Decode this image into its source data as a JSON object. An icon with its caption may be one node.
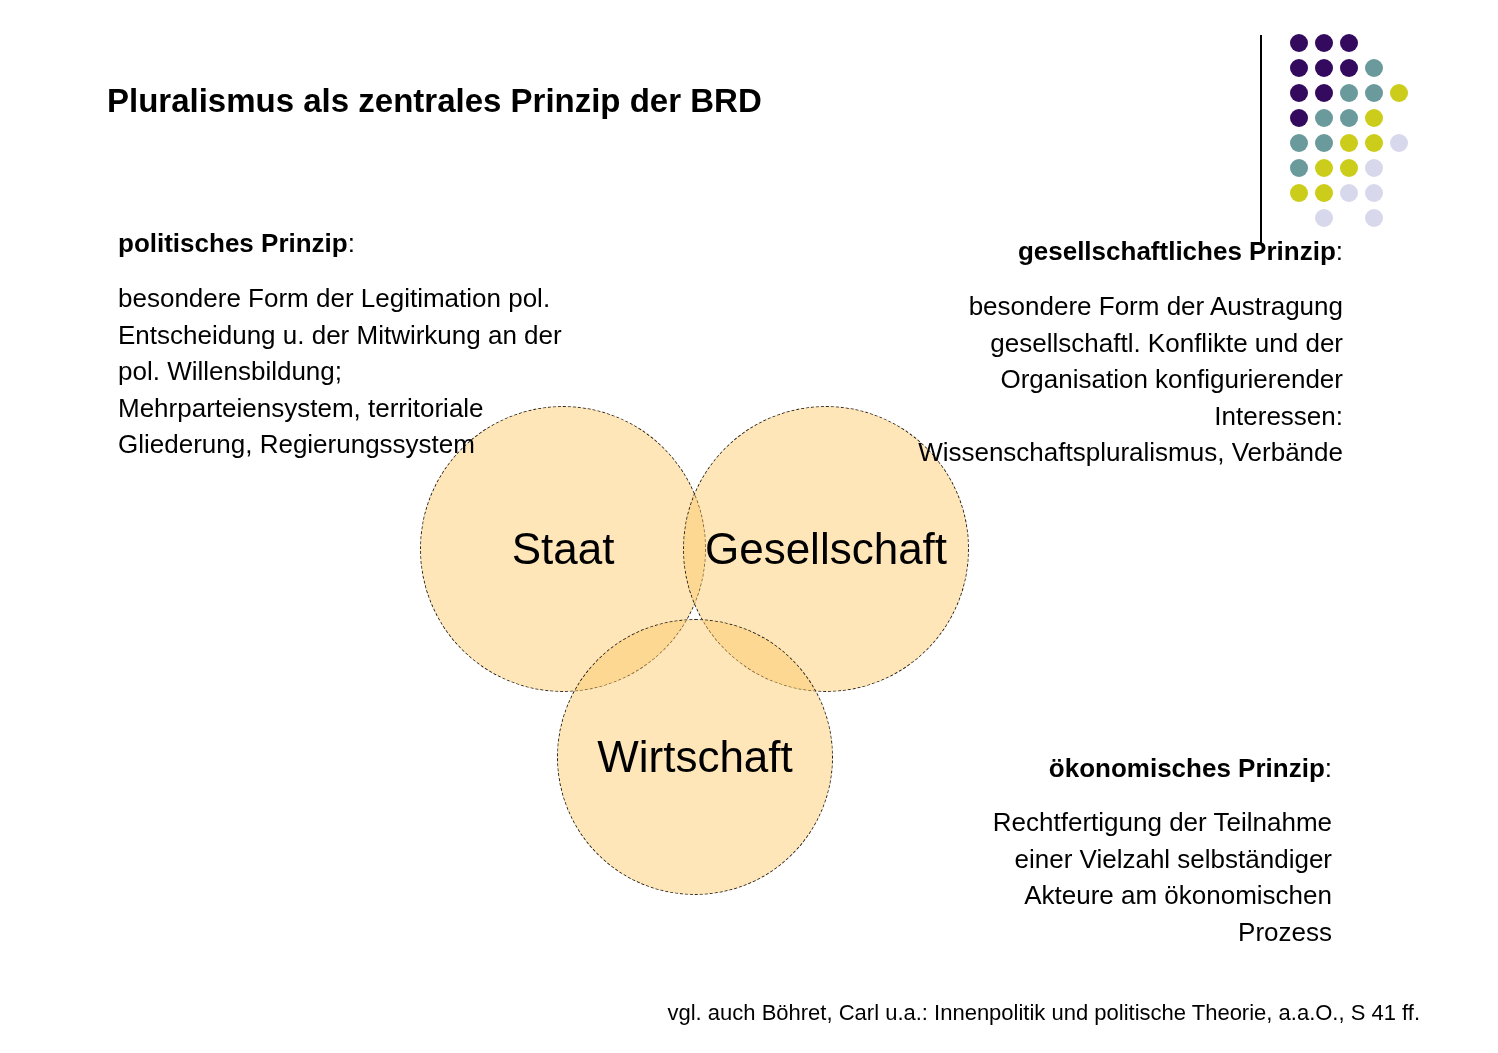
{
  "diagram": {
    "title": "Pluralismus als zentrales Prinzip der BRD",
    "caption": "vgl. auch Böhret, Carl u.a.: Innenpolitik und politische Theorie, a.a.O., S 41 ff.",
    "nodes": [
      {
        "text": [
          "Staat"
        ]
      },
      {
        "text": [
          "Gesellschaft"
        ]
      },
      {
        "text": [
          "Wirtschaft"
        ]
      }
    ],
    "edges": [],
    "labels": [
      "**politisches Prinzip**:",
      "besondere Form der Legitimation pol. Entscheidung u. der Mitwirkung an der pol. Willensbildung; Mehrparteiensystem, territoriale Gliederung, Regierungssystem",
      "**gesellschaftliches Prinzip**:",
      "besondere Form der Austragung gesellschaftl. Konflikte und der Organisation konfigurierender Interessen: Wissenschaftspluralismus, Verbände",
      "**ökonomisches Prinzip**:",
      "Rechtfertigung der Teilnahme einer Vielzahl selbständiger Akteure am ökonomischen Prozess"
    ]
  }
}
